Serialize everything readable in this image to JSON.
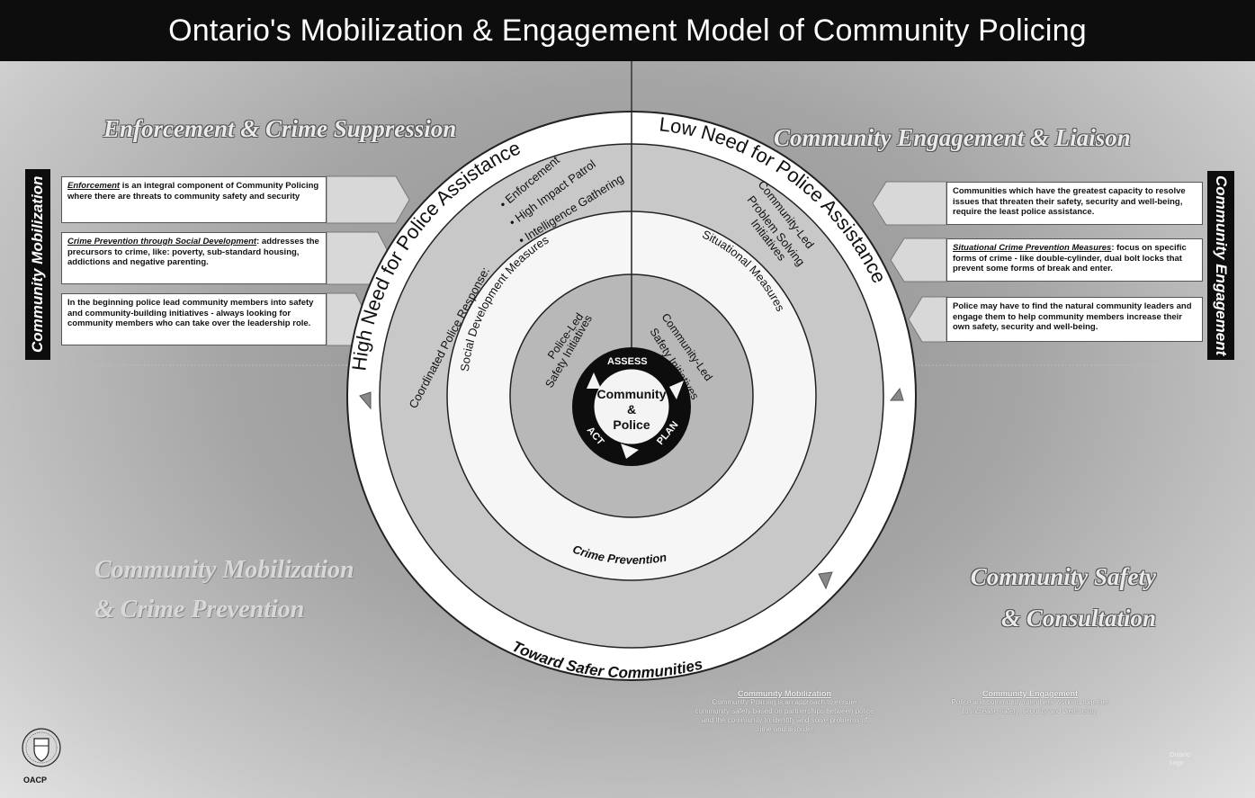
{
  "title": "Ontario's Mobilization & Engagement Model of Community Policing",
  "quadrants": {
    "top_left": "Enforcement & Crime Suppression",
    "top_right": "Community Engagement & Liaison",
    "bottom_left_line1": "Community Mobilization",
    "bottom_left_line2": "& Crime Prevention",
    "bottom_right_line1": "Community Safety",
    "bottom_right_line2": "& Consultation"
  },
  "side_labels": {
    "left": "Community Mobilization",
    "right": "Community Engagement"
  },
  "left_bands": [
    {
      "lead": "Enforcement",
      "text": " is an integral component of Community Policing where there are threats to community safety and security"
    },
    {
      "lead": "Crime Prevention through Social Development",
      "text": ": addresses the precursors to crime, like: poverty, sub-standard housing, addictions and negative parenting."
    },
    {
      "lead": "",
      "text": "In the beginning police lead community members into safety and community-building initiatives - always looking for community members who can take over the leadership role."
    }
  ],
  "right_bands": [
    {
      "lead": "",
      "text": "Communities which have the greatest capacity to resolve issues that threaten their safety, security and well-being, require the least police assistance."
    },
    {
      "lead": "Situational Crime Prevention Measures",
      "text": ": focus on specific forms of crime - like double-cylinder, dual bolt locks that prevent some forms of break and enter."
    },
    {
      "lead": "",
      "text": "Police may have to find the natural community leaders and engage them to help community members increase their own safety, security and well-being."
    }
  ],
  "circle": {
    "outer_top_left": "High Need for Police Assistance",
    "outer_top_right": "Low Need for Police Assistance",
    "outer_bottom": "Toward Safer Communities",
    "ring2_left_a": "Coordinated Police Response:",
    "ring2_left_b": "• Enforcement",
    "ring2_left_c": "• High Impact Patrol",
    "ring2_left_d": "• Intelligence Gathering",
    "ring2_right_a": "Community-Led",
    "ring2_right_b": "Problem Solving",
    "ring2_right_c": "Initiatives",
    "ring3_left": "Social Development Measures",
    "ring3_right": "Situational Measures",
    "ring3_bottom": "Crime Prevention",
    "ring4_left_a": "Police-Led",
    "ring4_left_b": "Safety Initiatives",
    "ring4_right_a": "Community-Led",
    "ring4_right_b": "Safety Initiatives",
    "cycle_assess": "ASSESS",
    "cycle_plan": "PLAN",
    "cycle_act": "ACT",
    "core_1": "Community",
    "core_2": "&",
    "core_3": "Police"
  },
  "footer_mid": {
    "heading": "Community Mobilization",
    "body": "Community Policing is an approach to ensure community safety based on partnerships between police and the community to identify and solve problems of crime and disorder."
  },
  "footer_right": {
    "heading": "Community Engagement",
    "body": "Police and community members working together to increase safety, security and well-being."
  },
  "logo_text": "OACP",
  "legend": "Ontario\nLogo"
}
